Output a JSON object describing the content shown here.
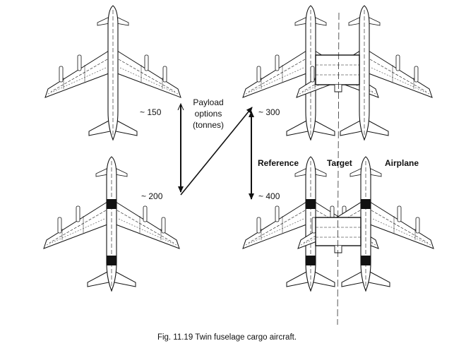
{
  "payload_title": [
    "Payload",
    "options",
    "(tonnes)"
  ],
  "payloads": {
    "p150": "~ 150",
    "p200": "~ 200",
    "p300": "~ 300",
    "p400": "~ 400"
  },
  "headers": {
    "reference": "Reference",
    "target": "Target",
    "airplane": "Airplane"
  },
  "caption": "Fig. 11.19  Twin fuselage cargo aircraft."
}
